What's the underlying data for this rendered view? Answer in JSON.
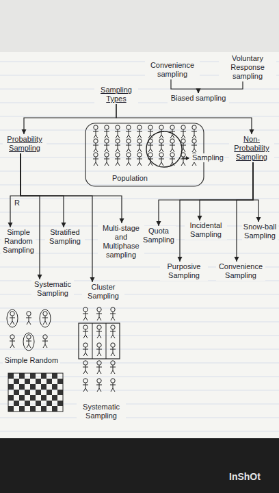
{
  "diagram": {
    "nodes": [
      {
        "text": [
          "Convenience sampling"
        ]
      },
      {
        "text": [
          "Voluntary Response sampling"
        ]
      },
      {
        "text": [
          "Biased sampling"
        ]
      },
      {
        "text": [
          "Sampling Types"
        ]
      },
      {
        "text": [
          "Probability Sampling"
        ]
      },
      {
        "text": [
          "Non-Probability Sampling"
        ]
      },
      {
        "text": [
          "Simple Random Sampling"
        ]
      },
      {
        "text": [
          "Stratified Sampling"
        ]
      },
      {
        "text": [
          "Multi-stage and Multiphase sampling"
        ]
      },
      {
        "text": [
          "Quota Sampling"
        ]
      },
      {
        "text": [
          "Incidental Sampling"
        ]
      },
      {
        "text": [
          "Snow-ball Sampling"
        ]
      },
      {
        "text": [
          "Systematic Sampling"
        ]
      },
      {
        "text": [
          "Cluster Sampling"
        ]
      },
      {
        "text": [
          "Purposive Sampling"
        ]
      },
      {
        "text": [
          "Convenience Sampling"
        ]
      }
    ],
    "edges": [
      {
        "from": 0,
        "to": 2,
        "arrow": "to"
      },
      {
        "from": 1,
        "to": 2,
        "arrow": "to"
      },
      {
        "from": 3,
        "to": 4,
        "arrow": "to"
      },
      {
        "from": 3,
        "to": 5,
        "arrow": "to"
      },
      {
        "from": 4,
        "to": 6,
        "arrow": "to"
      },
      {
        "from": 4,
        "to": 12,
        "arrow": "to"
      },
      {
        "from": 4,
        "to": 7,
        "arrow": "to"
      },
      {
        "from": 4,
        "to": 13,
        "arrow": "to"
      },
      {
        "from": 4,
        "to": 8,
        "arrow": "to"
      },
      {
        "from": 5,
        "to": 9,
        "arrow": "to"
      },
      {
        "from": 5,
        "to": 14,
        "arrow": "to"
      },
      {
        "from": 5,
        "to": 10,
        "arrow": "to"
      },
      {
        "from": 5,
        "to": 15,
        "arrow": "to"
      },
      {
        "from": 5,
        "to": 11,
        "arrow": "to"
      }
    ],
    "labels": [
      "Population",
      "Sampling",
      "R",
      "Simple Random",
      "Systematic Sampling",
      "InShOt"
    ]
  }
}
